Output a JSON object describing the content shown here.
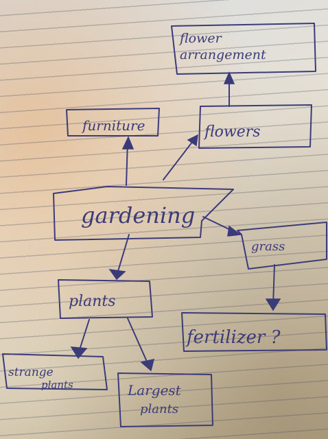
{
  "nodes": {
    "flower_arrangement": {
      "line1": "flower",
      "line2": "arrangement"
    },
    "furniture": {
      "label": "furniture"
    },
    "flowers": {
      "label": "flowers"
    },
    "gardening": {
      "label": "gardening"
    },
    "grass": {
      "label": "grass"
    },
    "plants": {
      "label": "plants"
    },
    "fertilizer": {
      "label": "fertilizer ?"
    },
    "strange_plants": {
      "line1": "strange",
      "line2": "plants"
    },
    "largest_plants": {
      "line1": "Largest",
      "line2": "plants"
    }
  },
  "colors": {
    "ink": "#3b3b7a",
    "paper": "#e6e0d2"
  }
}
